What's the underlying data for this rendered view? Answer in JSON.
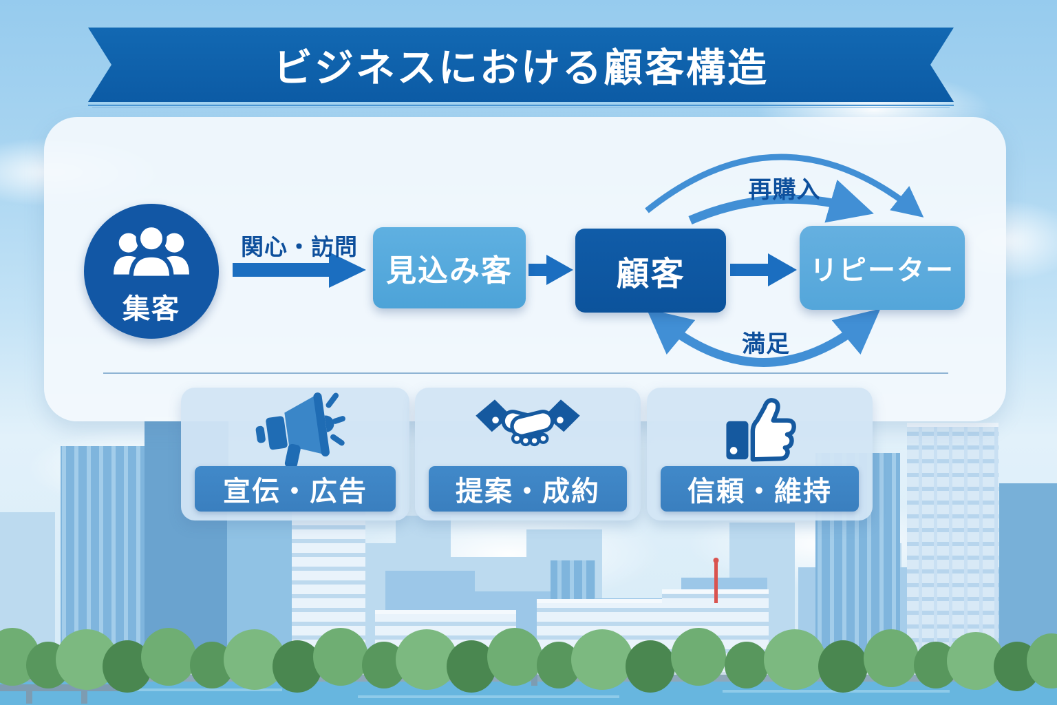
{
  "title": {
    "text": "ビジネスにおける顧客構造"
  },
  "funnel": {
    "source": {
      "label": "集客",
      "icon": "people-group-icon"
    },
    "transition_label": "関心・訪問",
    "stages": [
      {
        "label": "見込み客"
      },
      {
        "label": "顧客"
      },
      {
        "label": "リピーター"
      }
    ],
    "repurchase_label": "再購入",
    "satisfaction_label": "満足"
  },
  "activities": [
    {
      "label": "宣伝・広告",
      "icon": "megaphone-icon"
    },
    {
      "label": "提案・成約",
      "icon": "handshake-icon"
    },
    {
      "label": "信頼・維持",
      "icon": "thumbs-up-icon"
    }
  ],
  "colors": {
    "banner_blue": "#0e62ac",
    "stage_dark_blue": "#0e58a4",
    "stage_light_blue": "#58abdd",
    "straight_arrow": "#1b6ec0",
    "curved_arrow": "#418fd5",
    "arrow_label_text": "#0d4f9c",
    "activity_bar": "#3d85c6",
    "icon_blue": "#15599f",
    "sky_blue": "#a9d5f1"
  }
}
